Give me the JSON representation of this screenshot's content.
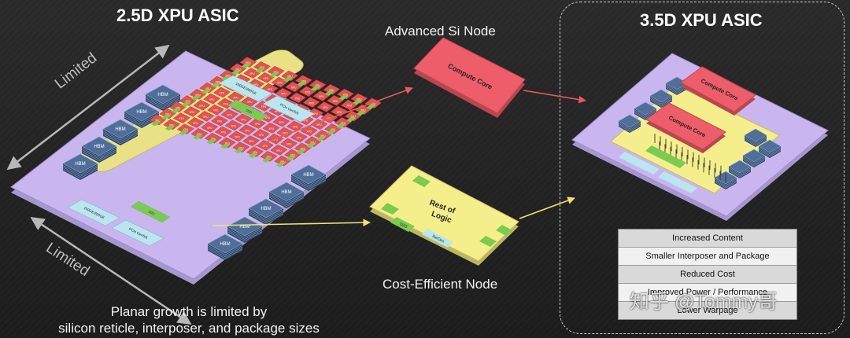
{
  "left": {
    "title": "2.5D XPU ASIC",
    "limited_top": "Limited",
    "limited_bottom": "Limited",
    "caption_line1": "Planar growth is limited by",
    "caption_line2": "silicon reticle, interposer, and package sizes",
    "hbm_label": "HBM",
    "xpu_label": "XPU",
    "d2d_label": "D2D",
    "io_top_left": "100GE/200GE",
    "io_top_right": "PCIe Gen5/6",
    "io_bottom_left": "100GE/200GE",
    "io_bottom_right": "PCIe Gen5/6"
  },
  "middle": {
    "advanced_node": "Advanced Si Node",
    "compute_core": "Compute Core",
    "rest_of_logic": "Rest of\nLogic",
    "cost_node": "Cost-Efficient Node",
    "d2d_label": "D2D",
    "serdes_label": "SerDes"
  },
  "right": {
    "title": "3.5D XPU ASIC",
    "compute_core_1": "Compute Core",
    "compute_core_2": "Compute Core",
    "benefits": [
      "Increased Content",
      "Smaller Interposer and Package",
      "Reduced Cost",
      "Improved Power / Performance",
      "Lower Warpage"
    ]
  },
  "watermark": "知乎 @Tommy哥",
  "colors": {
    "interposer": "#c9b6ee",
    "hbm": "#4f6f9a",
    "core_yellow": "#f4ef8a",
    "xpu_red": "#e8504e",
    "d2d_green": "#79cc4e",
    "compute_pink": "#ee5e6a",
    "io_cyan": "#b9e6ef"
  }
}
